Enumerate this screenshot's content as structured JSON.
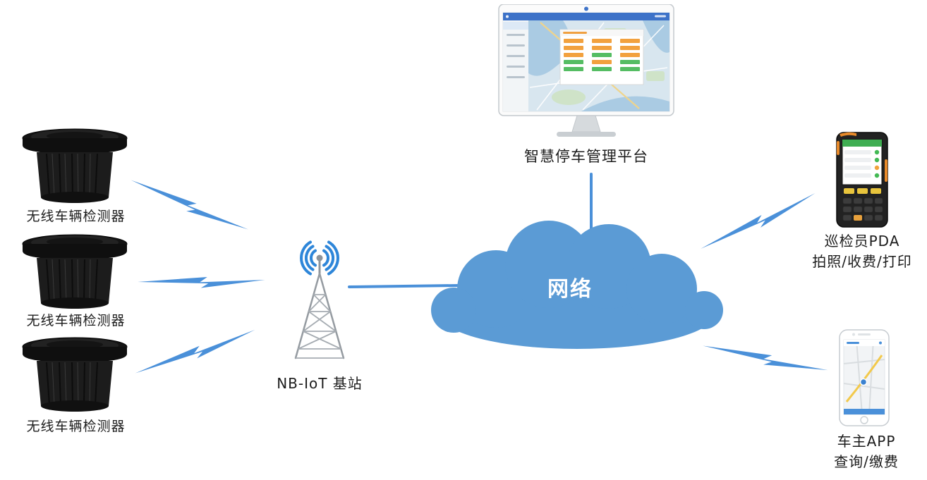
{
  "diagram": {
    "detectors": [
      {
        "label": "无线车辆检测器"
      },
      {
        "label": "无线车辆检测器"
      },
      {
        "label": "无线车辆检测器"
      }
    ],
    "base_station": {
      "label": "NB-IoT 基站"
    },
    "cloud": {
      "label": "网络"
    },
    "platform": {
      "label": "智慧停车管理平台"
    },
    "pda": {
      "name": "巡检员PDA",
      "functions": "拍照/收费/打印"
    },
    "owner_app": {
      "name": "车主APP",
      "functions": "查询/缴费"
    },
    "colors": {
      "connector_blue": "#4a90d9",
      "cloud_blue": "#5b9bd5",
      "cloud_text": "#ffffff",
      "status_orange": "#f2a13e",
      "status_green": "#55bd63"
    }
  }
}
